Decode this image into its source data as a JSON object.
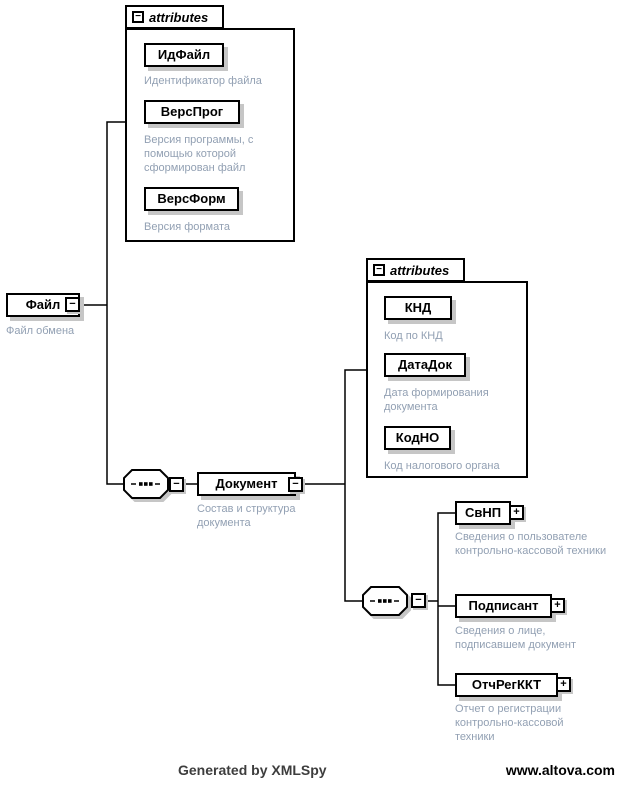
{
  "attr_groups": [
    {
      "label": "attributes",
      "items": [
        {
          "name": "ИдФайл",
          "annotation": "Идентификатор файла"
        },
        {
          "name": "ВерсПрог",
          "annotation": "Версия программы, с помощью которой сформирован файл"
        },
        {
          "name": "ВерсФорм",
          "annotation": "Версия формата"
        }
      ]
    },
    {
      "label": "attributes",
      "items": [
        {
          "name": "КНД",
          "annotation": "Код по КНД"
        },
        {
          "name": "ДатаДок",
          "annotation": "Дата формирования документа"
        },
        {
          "name": "КодНО",
          "annotation": "Код налогового органа"
        }
      ]
    }
  ],
  "nodes": {
    "root": {
      "name": "Файл",
      "annotation": "Файл обмена"
    },
    "document": {
      "name": "Документ",
      "annotation": "Состав и структура документа"
    },
    "children": [
      {
        "name": "СвНП",
        "annotation": "Сведения о пользователе контрольно-кассовой техники"
      },
      {
        "name": "Подписант",
        "annotation": "Сведения о лице, подписавшем документ"
      },
      {
        "name": "ОтчРегККТ",
        "annotation": "Отчет о регистрации контрольно-кассовой техники"
      }
    ]
  },
  "icons": {
    "collapse": "−",
    "expand": "+"
  },
  "colors": {
    "border": "#000000",
    "shadow": "#c6c6c6",
    "annotation_text": "#92a0b3",
    "background": "#ffffff"
  },
  "footer": {
    "generated_by": "Generated by XMLSpy",
    "website": "www.altova.com"
  }
}
